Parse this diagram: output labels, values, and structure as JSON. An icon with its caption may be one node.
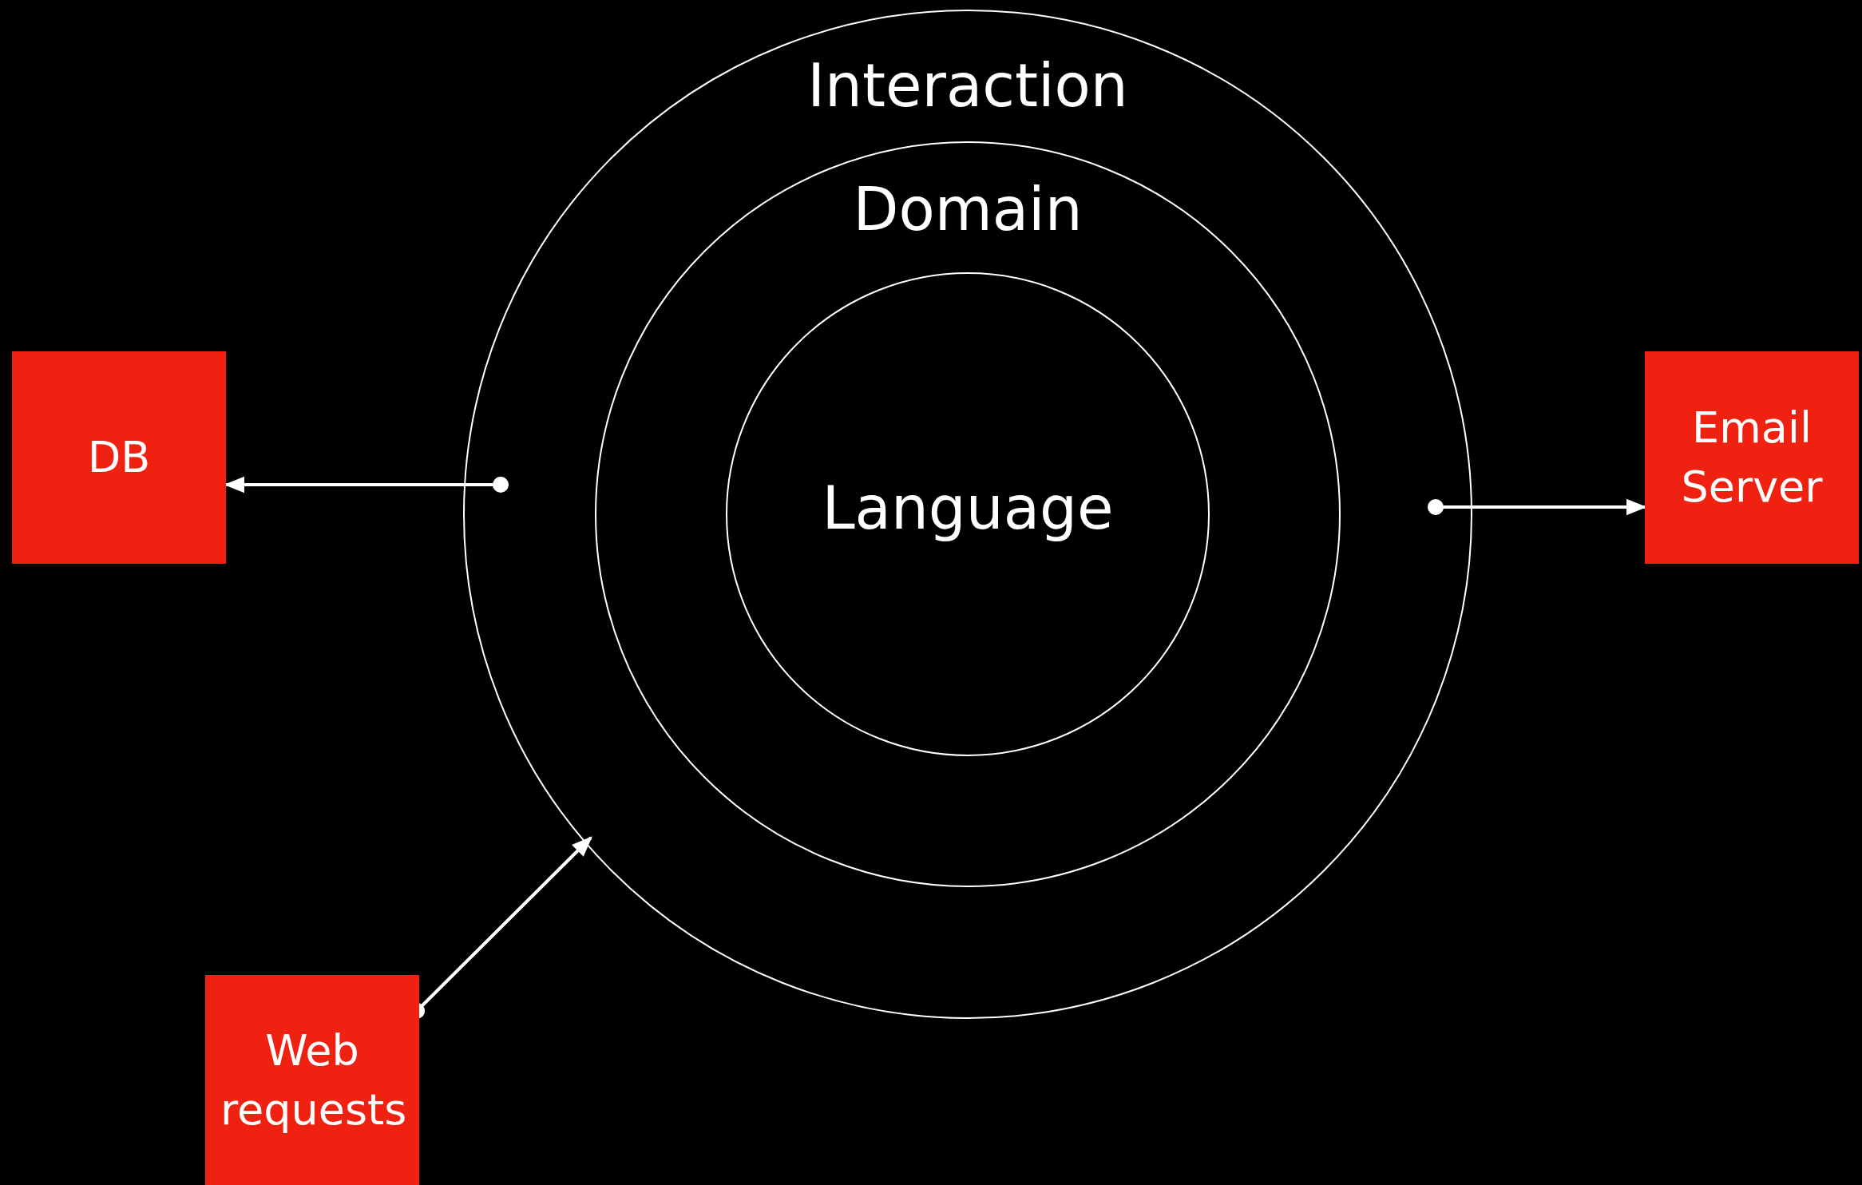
{
  "diagram": {
    "nodes": [
      {
        "text": [
          "Interaction"
        ]
      },
      {
        "text": [
          "Domain"
        ],
        "in": 0
      },
      {
        "text": [
          "Language"
        ],
        "in": 1
      },
      {
        "text": [
          "DB"
        ]
      },
      {
        "text": [
          "Email Server"
        ]
      },
      {
        "text": [
          "Web requests"
        ]
      }
    ],
    "edges": [
      {
        "from": 0,
        "to": 3,
        "arrow": "to"
      },
      {
        "from": 0,
        "to": 4,
        "arrow": "to"
      },
      {
        "from": 5,
        "to": 0,
        "arrow": "to"
      }
    ]
  }
}
